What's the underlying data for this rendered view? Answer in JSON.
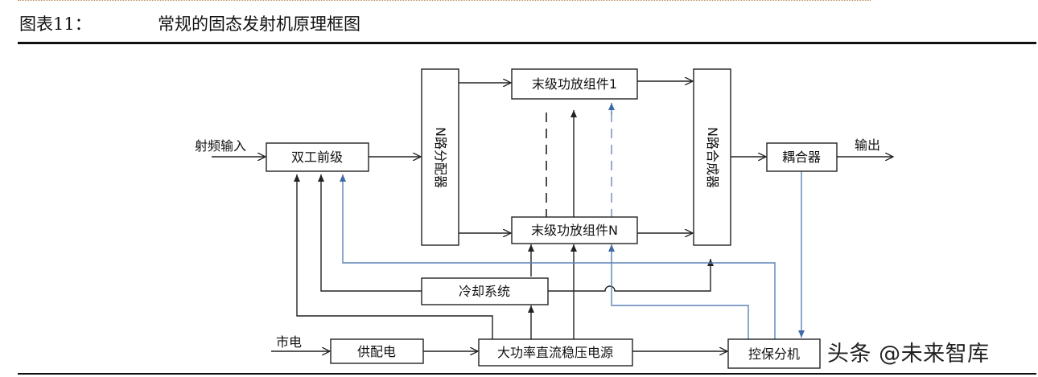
{
  "figure": {
    "label": "图表11：",
    "title": "常规的固态发射机原理框图"
  },
  "diagram": {
    "inputs": {
      "rf_input": "射频输入",
      "mains": "市电"
    },
    "output": "输出",
    "blocks": {
      "dual_preamp": "双工前级",
      "splitter": "N路分配器",
      "final_amp_1": "末级功放组件1",
      "final_amp_n": "末级功放组件N",
      "combiner": "N路合成器",
      "coupler": "耦合器",
      "cooling": "冷却系统",
      "power_distribution": "供配电",
      "dc_supply": "大功率直流稳压电源",
      "control_protection": "控保分机"
    }
  },
  "watermark": "头条 @未来智库"
}
